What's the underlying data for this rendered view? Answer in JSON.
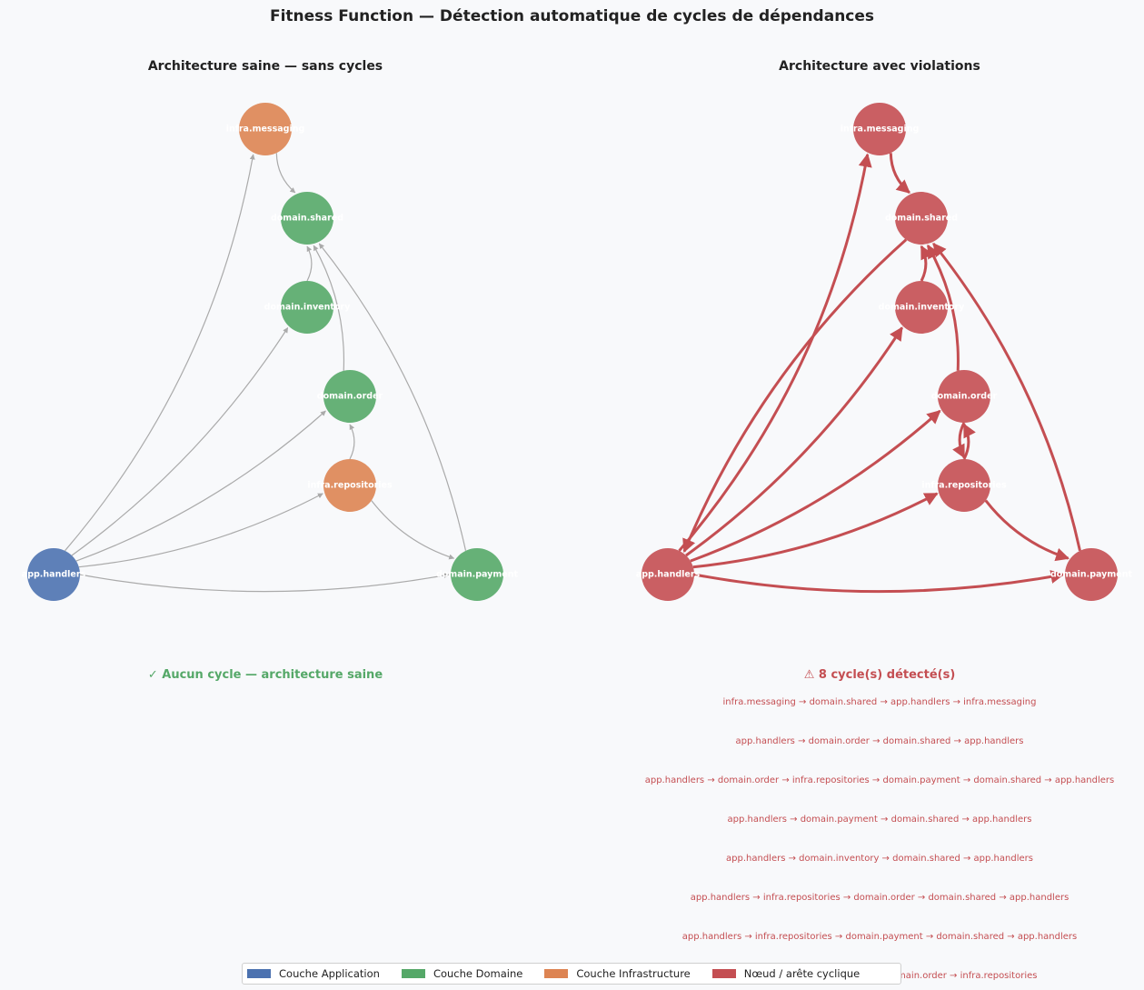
{
  "title": "Fitness Function — Détection automatique de cycles de dépendances",
  "colors": {
    "application": "#4c72b0",
    "domain": "#55a868",
    "infrastructure": "#dd8452",
    "cyclic": "#c44e52",
    "edge_ok": "#aaaaaa"
  },
  "left_panel": {
    "title": "Architecture saine — sans cycles",
    "status": "✓ Aucun cycle — architecture saine"
  },
  "right_panel": {
    "title": "Architecture avec violations",
    "status": "⚠ 8 cycle(s) détecté(s)",
    "cycles": [
      "infra.messaging → domain.shared → app.handlers → infra.messaging",
      "app.handlers → domain.order → domain.shared → app.handlers",
      "app.handlers → domain.order → infra.repositories → domain.payment → domain.shared → app.handlers",
      "app.handlers → domain.payment → domain.shared → app.handlers",
      "app.handlers → domain.inventory → domain.shared → app.handlers",
      "app.handlers → infra.repositories → domain.order → domain.shared → app.handlers",
      "app.handlers → infra.repositories → domain.payment → domain.shared → app.handlers",
      "app.handlers → domain.payment → domain.order → infra.repositories"
    ]
  },
  "nodes": [
    {
      "id": "infra.messaging",
      "layer": "infrastructure"
    },
    {
      "id": "domain.shared",
      "layer": "domain"
    },
    {
      "id": "domain.inventory",
      "layer": "domain"
    },
    {
      "id": "domain.order",
      "layer": "domain"
    },
    {
      "id": "infra.repositories",
      "layer": "infrastructure"
    },
    {
      "id": "app.handlers",
      "layer": "application"
    },
    {
      "id": "domain.payment",
      "layer": "domain"
    }
  ],
  "legend": [
    {
      "label": "Couche Application",
      "color": "#4c72b0"
    },
    {
      "label": "Couche Domaine",
      "color": "#55a868"
    },
    {
      "label": "Couche Infrastructure",
      "color": "#dd8452"
    },
    {
      "label": "Nœud / arête cyclique",
      "color": "#c44e52"
    }
  ]
}
